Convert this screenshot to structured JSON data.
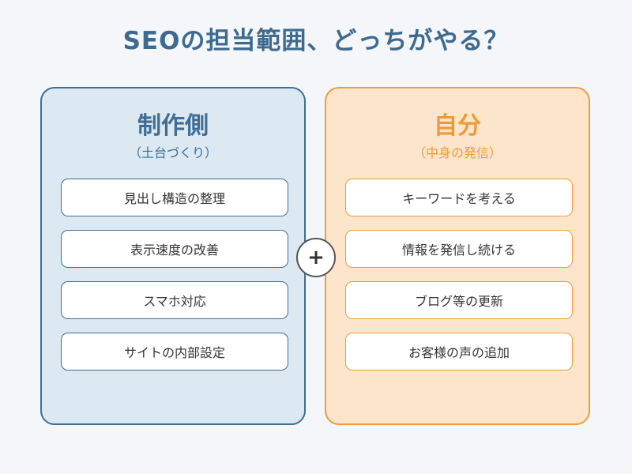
{
  "title": "SEOの担当範囲、どっちがやる？",
  "left": {
    "heading": "制作側",
    "subheading": "（土台づくり）",
    "items": [
      "見出し構造の整理",
      "表示速度の改善",
      "スマホ対応",
      "サイトの内部設定"
    ]
  },
  "right": {
    "heading": "自分",
    "subheading": "（中身の発信）",
    "items": [
      "キーワードを考える",
      "情報を発信し続ける",
      "ブログ等の更新",
      "お客様の声の追加"
    ]
  },
  "connector": "+",
  "colors": {
    "title": "#3d6a8f",
    "left_border": "#3f6d93",
    "left_fill": "#dce9f3",
    "right_border": "#f09d3c",
    "right_fill": "#fde5cc"
  }
}
